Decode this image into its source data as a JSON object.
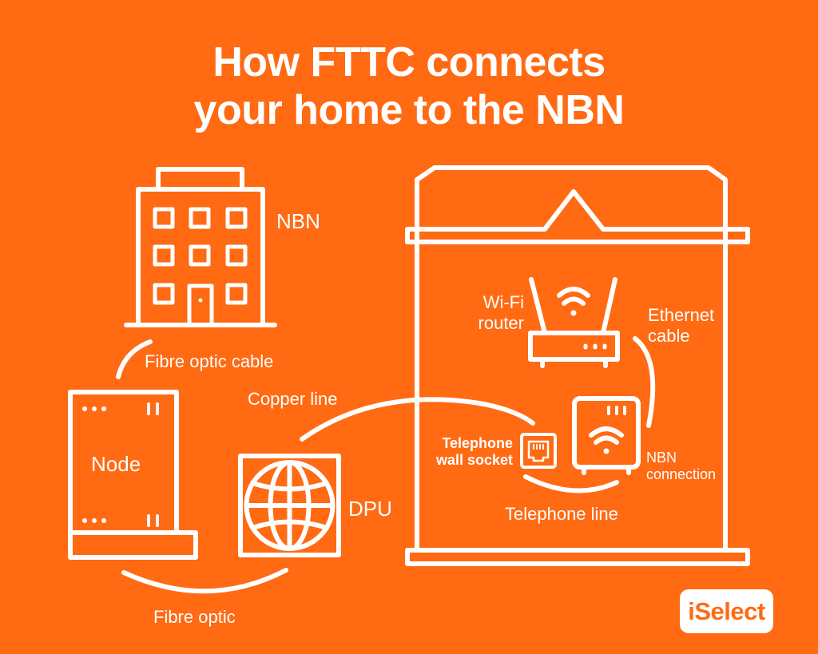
{
  "title": {
    "line1": "How FTTC connects",
    "line2": "your home to the NBN"
  },
  "labels": {
    "nbn": "NBN",
    "fibre_optic_cable": "Fibre optic cable",
    "node": "Node",
    "copper_line": "Copper line",
    "dpu": "DPU",
    "fibre_optic": "Fibre optic",
    "wifi_router_line1": "Wi-Fi",
    "wifi_router_line2": "router",
    "ethernet_cable_line1": "Ethernet",
    "ethernet_cable_line2": "cable",
    "telephone_wall_socket_line1": "Telephone",
    "telephone_wall_socket_line2": "wall socket",
    "nbn_connection_line1": "NBN",
    "nbn_connection_line2": "connection",
    "telephone_line": "Telephone line"
  },
  "logo": "iSelect",
  "icons": [
    "building-icon",
    "node-cabinet-icon",
    "dpu-globe-icon",
    "house-icon",
    "wifi-router-icon",
    "nbn-connection-box-icon",
    "telephone-wall-socket-icon"
  ],
  "colors": {
    "background": "#FF6A13",
    "foreground": "#FFFFFF"
  }
}
